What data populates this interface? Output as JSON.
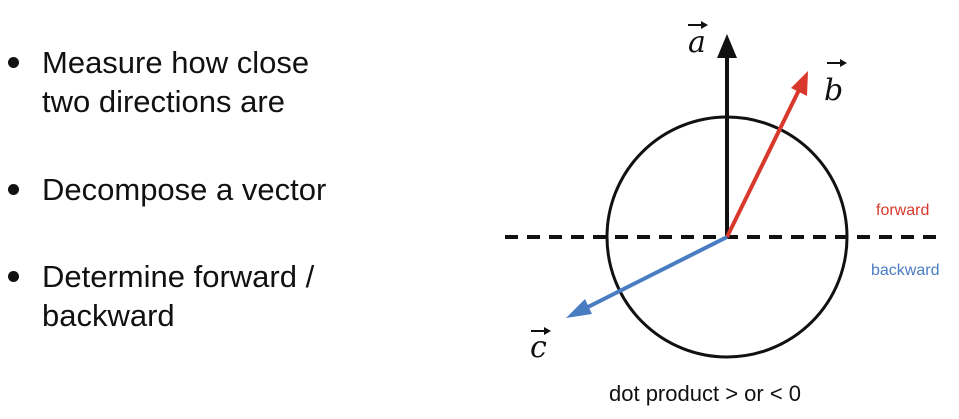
{
  "bullets": [
    {
      "lines": [
        "Measure how close",
        "two directions are"
      ]
    },
    {
      "lines": [
        "Decompose a vector"
      ]
    },
    {
      "lines": [
        "Determine forward /",
        "backward"
      ]
    }
  ],
  "vectors": {
    "a": {
      "label": "a",
      "color": "#111111"
    },
    "b": {
      "label": "b",
      "color": "#d9382c"
    },
    "c": {
      "label": "c",
      "color": "#4a7cc2"
    }
  },
  "regions": {
    "forward": {
      "label": "forward",
      "color": "#d9382c"
    },
    "backward": {
      "label": "backward",
      "color": "#4a7cc2"
    }
  },
  "caption": "dot product > or < 0"
}
